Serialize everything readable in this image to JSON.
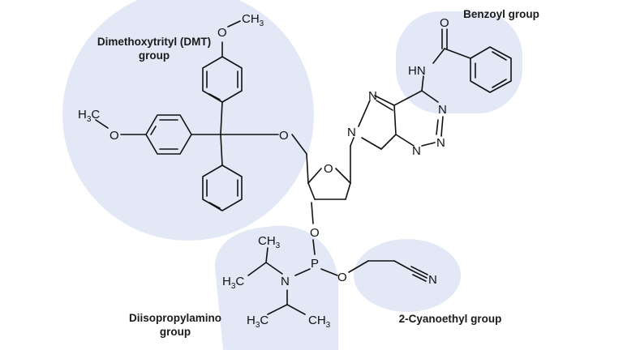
{
  "labels": {
    "dmt_line1": "Dimethoxytrityl (DMT)",
    "dmt_line2": "group",
    "benzoyl": "Benzoyl group",
    "diisopropylamino_line1": "Diisopropylamino",
    "diisopropylamino_line2": "group",
    "cyanoethyl": "2-Cyanoethyl group"
  },
  "atoms": {
    "oxygen": "O",
    "nitrogen": "N",
    "phosphorus": "P",
    "carbon": "C",
    "hydrogen": "H",
    "nh": "HN",
    "subscript_3": "3",
    "methyl": "CH"
  },
  "colors": {
    "highlight": "#e3e8f6",
    "ink": "#111111"
  }
}
